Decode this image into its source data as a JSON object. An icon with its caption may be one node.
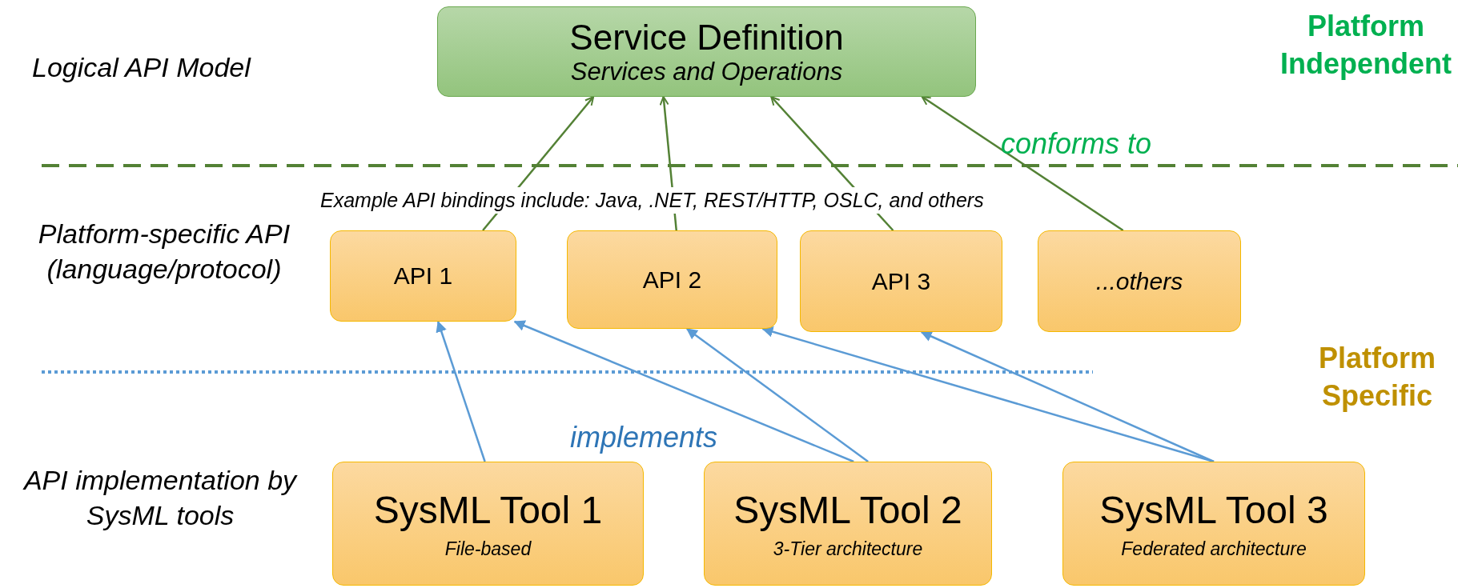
{
  "diagram": {
    "nodes": [
      {
        "text": [
          "Service Definition",
          "Services and Operations"
        ]
      },
      {
        "text": [
          "API 1"
        ]
      },
      {
        "text": [
          "API 2"
        ]
      },
      {
        "text": [
          "API 3"
        ]
      },
      {
        "text": [
          "...others"
        ]
      },
      {
        "text": [
          "SysML Tool 1",
          "File-based"
        ]
      },
      {
        "text": [
          "SysML Tool 2",
          "3-Tier architecture"
        ]
      },
      {
        "text": [
          "SysML Tool 3",
          "Federated architecture"
        ]
      }
    ],
    "edges": [
      {
        "from": 1,
        "to": 0,
        "arrow": "to",
        "color": "#538135"
      },
      {
        "from": 2,
        "to": 0,
        "arrow": "to",
        "color": "#538135"
      },
      {
        "from": 3,
        "to": 0,
        "arrow": "to",
        "color": "#538135"
      },
      {
        "from": 4,
        "to": 0,
        "arrow": "to",
        "color": "#538135"
      },
      {
        "from": 5,
        "to": 1,
        "arrow": "to"
      },
      {
        "from": 6,
        "to": 1,
        "arrow": "to"
      },
      {
        "from": 6,
        "to": 2,
        "arrow": "to"
      },
      {
        "from": 7,
        "to": 2,
        "arrow": "to"
      },
      {
        "from": 7,
        "to": 3,
        "arrow": "to"
      }
    ],
    "labels": [
      "Logical API Model",
      "Platform Independent",
      "conforms to",
      "Example API bindings include: Java, .NET, REST/HTTP, OSLC, and others",
      "Platform-specific API (language/protocol)",
      "Platform Specific",
      "implements",
      "API implementation by SysML tools"
    ]
  }
}
